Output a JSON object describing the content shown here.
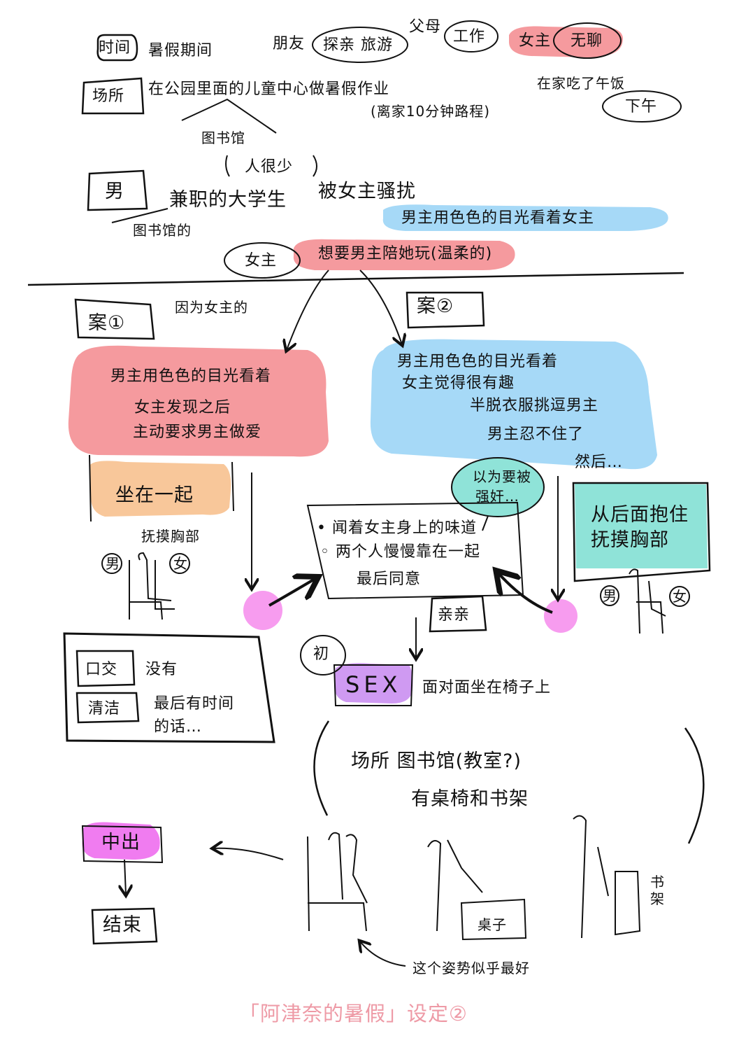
{
  "colors": {
    "red": "#f59a9e",
    "blue": "#a6d9f7",
    "orange": "#f8c79a",
    "teal": "#8fe3d8",
    "pink": "#f79cef",
    "purple": "#cf9af2",
    "magenta": "#f07cf0",
    "title": "#ee9aa6"
  },
  "top": {
    "time_label": "时间",
    "time_value": "暑假期间",
    "friends": "朋友",
    "visit_travel": "探亲 旅游",
    "parents": "父母",
    "work": "工作",
    "heroine_label": "女主",
    "bored": "无聊",
    "place_label": "场所",
    "place_value": "在公园里面的儿童中心做暑假作业",
    "distance": "(离家10分钟路程)",
    "lunch": "在家吃了午饭",
    "afternoon": "下午",
    "library": "图书馆",
    "few_people": "人很少",
    "male_label": "男",
    "male_desc": "兼职的大学生",
    "harassed": "被女主骚扰",
    "male_library": "图书馆的",
    "male_gaze": "男主用色色的目光看着女主",
    "heroine_label2": "女主",
    "heroine_want": "想要男主陪她玩(温柔的)"
  },
  "plan1": {
    "label": "案①",
    "because": "因为女主的",
    "line1": "男主用色色的目光看着",
    "line2": "女主发现之后",
    "line3": "主动要求男主做爱",
    "sit": "坐在一起",
    "touch": "抚摸胸部",
    "male": "男",
    "female": "女"
  },
  "plan2": {
    "label": "案②",
    "line1": "男主用色色的目光看着",
    "line2": "女主觉得很有趣",
    "line3": "半脱衣服挑逗男主",
    "line4": "男主忍不住了",
    "line5": "然后…",
    "think1": "以为要被",
    "think2": "强奸…",
    "hug1": "从后面抱住",
    "hug2": "抚摸胸部",
    "male": "男",
    "female": "女"
  },
  "middle": {
    "item1": "闻着女主身上的味道",
    "item2": "两个人慢慢靠在一起",
    "item3": "最后同意",
    "kiss": "亲亲",
    "first": "初",
    "sex": "SEX",
    "sex_desc": "面对面坐在椅子上"
  },
  "notes": {
    "oral_label": "口交",
    "oral_value": "没有",
    "clean_label": "清洁",
    "clean_value1": "最后有时间",
    "clean_value2": "的话…"
  },
  "scene": {
    "line1": "场所 图书馆(教室?)",
    "line2": "有桌椅和书架",
    "desk": "桌子",
    "shelf": "书架",
    "best": "这个姿势似乎最好"
  },
  "ending": {
    "creampie": "中出",
    "end": "结束"
  },
  "footer": {
    "title": "「阿津奈的暑假」设定②"
  }
}
